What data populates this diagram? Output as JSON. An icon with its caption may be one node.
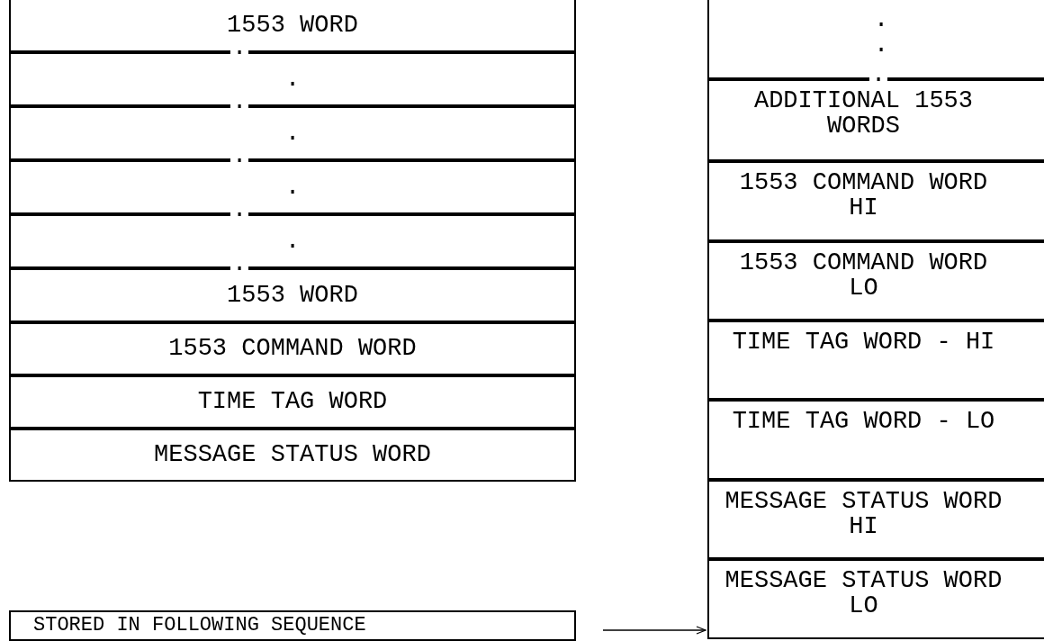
{
  "diagram": {
    "nodes": [
      {
        "text": [
          "1553 WORD"
        ]
      },
      {
        "text": [
          "."
        ]
      },
      {
        "text": [
          "."
        ]
      },
      {
        "text": [
          "."
        ]
      },
      {
        "text": [
          "."
        ]
      },
      {
        "text": [
          "1553 WORD"
        ]
      },
      {
        "text": [
          "1553 COMMAND WORD"
        ]
      },
      {
        "text": [
          "TIME TAG WORD"
        ]
      },
      {
        "text": [
          "MESSAGE STATUS WORD"
        ]
      },
      {
        "text": [
          ".",
          "."
        ]
      },
      {
        "text": [
          "ADDITIONAL 1553 WORDS"
        ]
      },
      {
        "text": [
          "1553 COMMAND WORD HI"
        ]
      },
      {
        "text": [
          "1553 COMMAND WORD LO"
        ]
      },
      {
        "text": [
          "TIME TAG WORD - HI"
        ]
      },
      {
        "text": [
          "TIME TAG WORD - LO"
        ]
      },
      {
        "text": [
          "MESSAGE STATUS WORD HI"
        ]
      },
      {
        "text": [
          "MESSAGE STATUS WORD LO"
        ]
      },
      {
        "text": [
          "STORED IN FOLLOWING SEQUENCE"
        ]
      }
    ],
    "edges": [
      {
        "from": 17,
        "to": 16,
        "arrow": "to"
      }
    ],
    "labels": [
      ".",
      ".",
      ".",
      ".",
      ".",
      "."
    ]
  }
}
